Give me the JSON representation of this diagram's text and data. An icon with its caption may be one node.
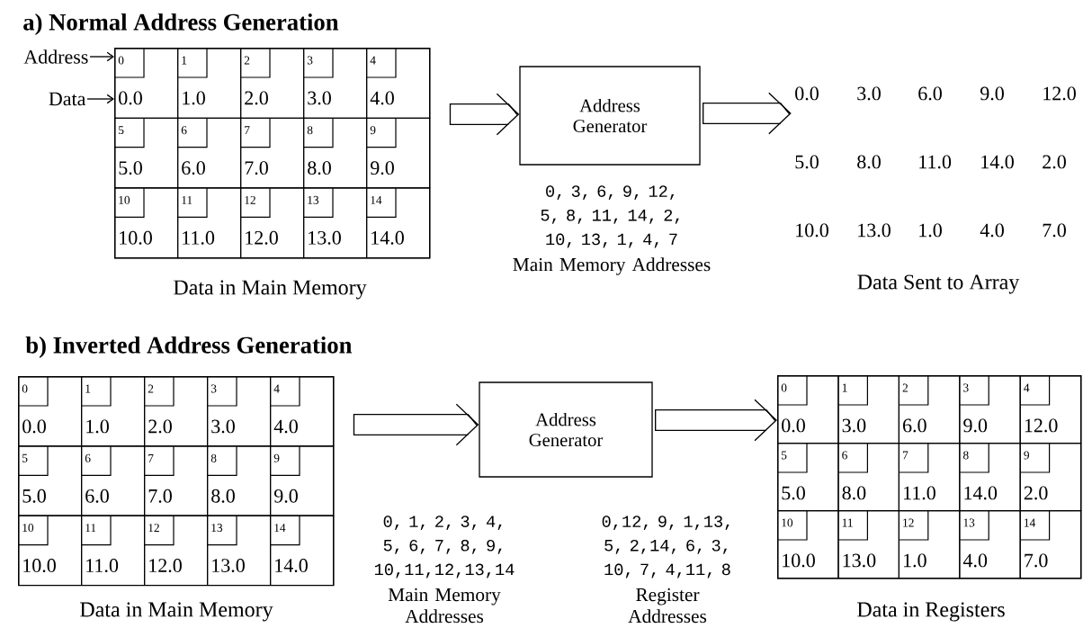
{
  "diagram": {
    "nodes": [
      {
        "text": [
          "Address"
        ]
      },
      {
        "text": [
          "Data"
        ]
      },
      {
        "text": [
          "Data in Main Memory"
        ]
      },
      {
        "text": [
          "0",
          "0.0"
        ],
        "in": 2
      },
      {
        "text": [
          "1",
          "1.0"
        ],
        "in": 2
      },
      {
        "text": [
          "2",
          "2.0"
        ],
        "in": 2
      },
      {
        "text": [
          "3",
          "3.0"
        ],
        "in": 2
      },
      {
        "text": [
          "4",
          "4.0"
        ],
        "in": 2
      },
      {
        "text": [
          "5",
          "5.0"
        ],
        "in": 2
      },
      {
        "text": [
          "6",
          "6.0"
        ],
        "in": 2
      },
      {
        "text": [
          "7",
          "7.0"
        ],
        "in": 2
      },
      {
        "text": [
          "8",
          "8.0"
        ],
        "in": 2
      },
      {
        "text": [
          "9",
          "9.0"
        ],
        "in": 2
      },
      {
        "text": [
          "10",
          "10.0"
        ],
        "in": 2
      },
      {
        "text": [
          "11",
          "11.0"
        ],
        "in": 2
      },
      {
        "text": [
          "12",
          "12.0"
        ],
        "in": 2
      },
      {
        "text": [
          "13",
          "13.0"
        ],
        "in": 2
      },
      {
        "text": [
          "14",
          "14.0"
        ],
        "in": 2
      },
      {
        "text": [
          "Address Generator"
        ]
      },
      {
        "text": [
          "Data Sent to Array"
        ]
      },
      {
        "text": [
          "0.0"
        ],
        "in": 19
      },
      {
        "text": [
          "3.0"
        ],
        "in": 19
      },
      {
        "text": [
          "6.0"
        ],
        "in": 19
      },
      {
        "text": [
          "9.0"
        ],
        "in": 19
      },
      {
        "text": [
          "12.0"
        ],
        "in": 19
      },
      {
        "text": [
          "5.0"
        ],
        "in": 19
      },
      {
        "text": [
          "8.0"
        ],
        "in": 19
      },
      {
        "text": [
          "11.0"
        ],
        "in": 19
      },
      {
        "text": [
          "14.0"
        ],
        "in": 19
      },
      {
        "text": [
          "2.0"
        ],
        "in": 19
      },
      {
        "text": [
          "10.0"
        ],
        "in": 19
      },
      {
        "text": [
          "13.0"
        ],
        "in": 19
      },
      {
        "text": [
          "1.0"
        ],
        "in": 19
      },
      {
        "text": [
          "4.0"
        ],
        "in": 19
      },
      {
        "text": [
          "7.0"
        ],
        "in": 19
      },
      {
        "text": [
          "Data in Main Memory"
        ]
      },
      {
        "text": [
          "0",
          "0.0"
        ],
        "in": 35
      },
      {
        "text": [
          "1",
          "1.0"
        ],
        "in": 35
      },
      {
        "text": [
          "2",
          "2.0"
        ],
        "in": 35
      },
      {
        "text": [
          "3",
          "3.0"
        ],
        "in": 35
      },
      {
        "text": [
          "4",
          "4.0"
        ],
        "in": 35
      },
      {
        "text": [
          "5",
          "5.0"
        ],
        "in": 35
      },
      {
        "text": [
          "6",
          "6.0"
        ],
        "in": 35
      },
      {
        "text": [
          "7",
          "7.0"
        ],
        "in": 35
      },
      {
        "text": [
          "8",
          "8.0"
        ],
        "in": 35
      },
      {
        "text": [
          "9",
          "9.0"
        ],
        "in": 35
      },
      {
        "text": [
          "10",
          "10.0"
        ],
        "in": 35
      },
      {
        "text": [
          "11",
          "11.0"
        ],
        "in": 35
      },
      {
        "text": [
          "12",
          "12.0"
        ],
        "in": 35
      },
      {
        "text": [
          "13",
          "13.0"
        ],
        "in": 35
      },
      {
        "text": [
          "14",
          "14.0"
        ],
        "in": 35
      },
      {
        "text": [
          "Address Generator"
        ]
      },
      {
        "text": [
          "Data in Registers"
        ]
      },
      {
        "text": [
          "0",
          "0.0"
        ],
        "in": 52
      },
      {
        "text": [
          "1",
          "3.0"
        ],
        "in": 52
      },
      {
        "text": [
          "2",
          "6.0"
        ],
        "in": 52
      },
      {
        "text": [
          "3",
          "9.0"
        ],
        "in": 52
      },
      {
        "text": [
          "4",
          "12.0"
        ],
        "in": 52
      },
      {
        "text": [
          "5",
          "5.0"
        ],
        "in": 52
      },
      {
        "text": [
          "6",
          "8.0"
        ],
        "in": 52
      },
      {
        "text": [
          "7",
          "11.0"
        ],
        "in": 52
      },
      {
        "text": [
          "8",
          "14.0"
        ],
        "in": 52
      },
      {
        "text": [
          "9",
          "2.0"
        ],
        "in": 52
      },
      {
        "text": [
          "10",
          "10.0"
        ],
        "in": 52
      },
      {
        "text": [
          "11",
          "13.0"
        ],
        "in": 52
      },
      {
        "text": [
          "12",
          "1.0"
        ],
        "in": 52
      },
      {
        "text": [
          "13",
          "4.0"
        ],
        "in": 52
      },
      {
        "text": [
          "14",
          "7.0"
        ],
        "in": 52
      }
    ],
    "edges": [
      {
        "from": 0,
        "to": 3,
        "arrow": "to"
      },
      {
        "from": 1,
        "to": 3,
        "arrow": "to"
      },
      {
        "from": 2,
        "to": 18,
        "arrow": "to"
      },
      {
        "from": 18,
        "to": 19,
        "arrow": "to"
      },
      {
        "from": 35,
        "to": 51,
        "arrow": "to"
      },
      {
        "from": 51,
        "to": 52,
        "arrow": "to"
      }
    ],
    "labels": [
      "a) Normal Address Generation",
      "0, 3, 6, 9, 12, 5, 8, 11, 14, 2, 10, 13, 1, 4, 7",
      "Main Memory Addresses",
      "b) Inverted Address Generation",
      "0, 1, 2, 3, 4, 5, 6, 7, 8, 9, 10,11,12,13,14",
      "Main Memory Addresses",
      "0,12, 9, 1,13, 5, 2,14, 6, 3, 10, 7, 4,11, 8",
      "Register Addresses"
    ]
  }
}
